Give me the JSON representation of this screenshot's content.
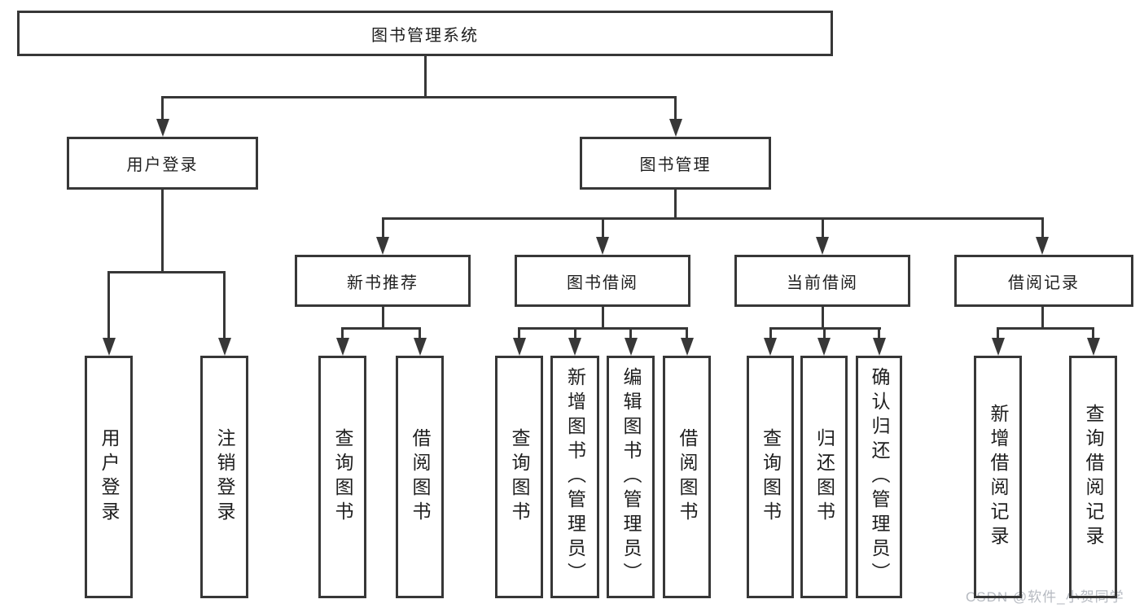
{
  "colors": {
    "line": "#373737",
    "text": "#1e1e1e",
    "watermark": "#b6bac1",
    "background": "#ffffff"
  },
  "tree": {
    "root": "图书管理系统",
    "children": [
      {
        "label": "用户登录",
        "leaves": [
          "用户登录",
          "注销登录"
        ]
      },
      {
        "label": "图书管理",
        "children": [
          {
            "label": "新书推荐",
            "leaves": [
              "查询图书",
              "借阅图书"
            ]
          },
          {
            "label": "图书借阅",
            "leaves": [
              "查询图书",
              "新增图书（管理员）",
              "编辑图书（管理员）",
              "借阅图书"
            ]
          },
          {
            "label": "当前借阅",
            "leaves": [
              "查询图书",
              "归还图书",
              "确认归还（管理员）"
            ]
          },
          {
            "label": "借阅记录",
            "leaves": [
              "新增借阅记录",
              "查询借阅记录"
            ]
          }
        ]
      }
    ]
  },
  "watermark": {
    "text": "CSDN @软件_小贺同学"
  }
}
